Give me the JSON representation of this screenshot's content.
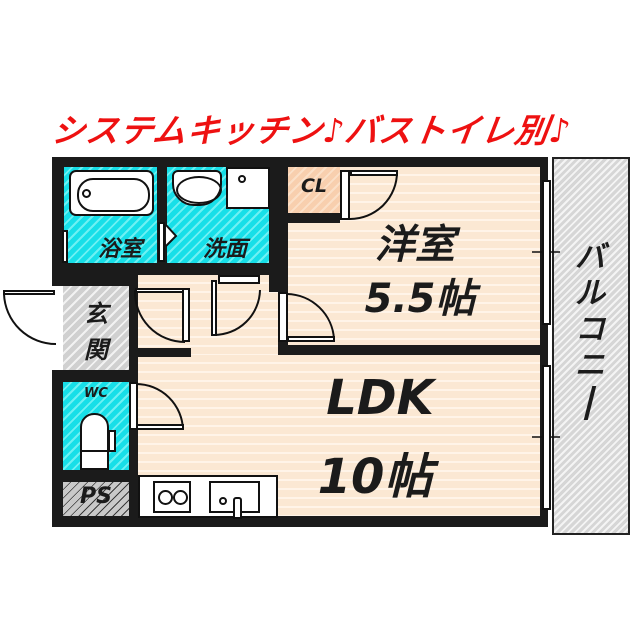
{
  "headline": "システムキッチン♪バストイレ別♪",
  "rooms": {
    "western_room": {
      "name": "洋室",
      "size": "5.5帖"
    },
    "ldk": {
      "name": "LDK",
      "size": "10帖"
    },
    "bathroom": {
      "name": "浴室"
    },
    "washroom": {
      "name": "洗面"
    },
    "closet": {
      "name": "CL"
    },
    "entrance": {
      "name_line1": "玄",
      "name_line2": "関"
    },
    "toilet": {
      "name": "WC"
    },
    "pipe_space": {
      "name": "PS"
    },
    "balcony": {
      "chars": [
        "バ",
        "ル",
        "コ",
        "ニ",
        "ー"
      ]
    }
  },
  "colors": {
    "headline": "#ee1111",
    "wet_area": "#17dfe8",
    "floor": "#fbe8d3",
    "closet": "#f8cfae",
    "wall": "#1b1b1b"
  }
}
